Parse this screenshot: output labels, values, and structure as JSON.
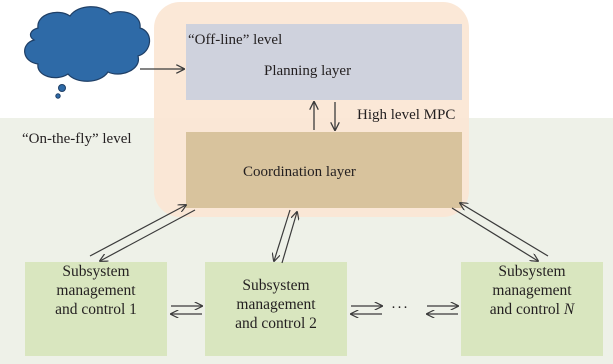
{
  "labels": {
    "offline_level": "“Off-line” level",
    "planning_layer": "Planning layer",
    "high_level_mpc": "High level MPC",
    "onthefly_level": "“On-the-fly” level",
    "coordination_layer": "Coordination layer",
    "ellipsis": "···"
  },
  "subsystems": [
    {
      "line1": "Subsystem",
      "line2": "management",
      "line3": "and control 1",
      "suffix": ""
    },
    {
      "line1": "Subsystem",
      "line2": "management",
      "line3": "and control 2",
      "suffix": ""
    },
    {
      "line1": "Subsystem",
      "line2": "management",
      "line3": "and control ",
      "suffix": "N"
    }
  ],
  "colors": {
    "cloud_fill": "#2e6aa7",
    "cloud_stroke": "#1f3f66",
    "offline_region": "#fbe6d4",
    "onthefly_region": "#eef1e8",
    "planning_box": "#cfd2dd",
    "coordination_box": "#d8c39d",
    "subsystem_box": "#d9e6bf",
    "arrow": "#3b3b3b"
  }
}
